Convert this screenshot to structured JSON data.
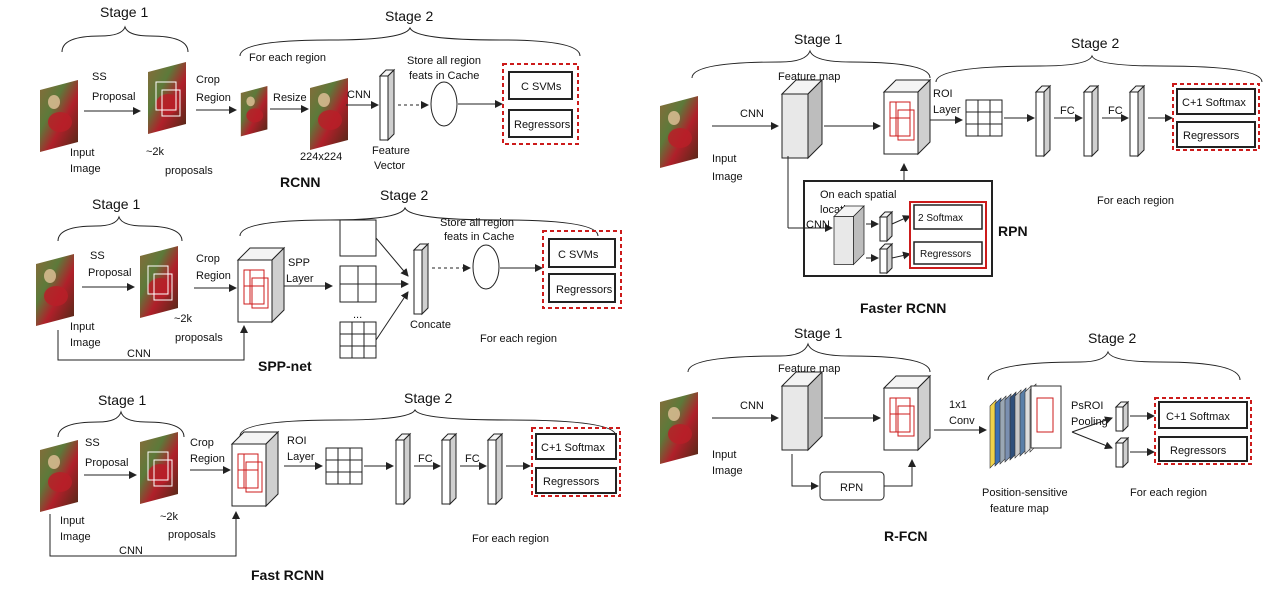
{
  "colors": {
    "red_dashed": "#cc1b1b",
    "red_solid": "#cc1b1b",
    "photo_dark": "#6b3a1e",
    "photo_red": "#b0202a",
    "photo_green": "#5c7a3a",
    "feature_gray": "#d9d9d9"
  },
  "rcnn": {
    "stage1": "Stage 1",
    "stage2": "Stage 2",
    "for_each_region": "For each region",
    "ss": "SS",
    "proposal": "Proposal",
    "crop": "Crop",
    "region": "Region",
    "resize": "Resize",
    "cnn": "CNN",
    "store1": "Store all region",
    "store2": "feats in Cache",
    "svms": "C SVMs",
    "regressors": "Regressors",
    "input1": "Input",
    "input2": "Image",
    "k2": "~2k",
    "proposals": "proposals",
    "size": "224x224",
    "feature": "Feature",
    "vector": "Vector",
    "title": "RCNN"
  },
  "spp": {
    "stage1": "Stage 1",
    "stage2": "Stage 2",
    "ss": "SS",
    "proposal": "Proposal",
    "crop": "Crop",
    "region": "Region",
    "spp1": "SPP",
    "spp2": "Layer",
    "store1": "Store all region",
    "store2": "feats in Cache",
    "svms": "C SVMs",
    "regressors": "Regressors",
    "input1": "Input",
    "input2": "Image",
    "k2": "~2k",
    "proposals": "proposals",
    "cnn": "CNN",
    "dots": "...",
    "concat": "Concate",
    "for_each_region": "For each region",
    "title": "SPP-net"
  },
  "fast": {
    "stage1": "Stage 1",
    "stage2": "Stage 2",
    "ss": "SS",
    "proposal": "Proposal",
    "crop": "Crop",
    "region": "Region",
    "roi1": "ROI",
    "roi2": "Layer",
    "fc1": "FC",
    "fc2": "FC",
    "softmax": "C+1 Softmax",
    "regressors": "Regressors",
    "input1": "Input",
    "input2": "Image",
    "k2": "~2k",
    "proposals": "proposals",
    "cnn": "CNN",
    "for_each_region": "For   each region",
    "title": "Fast RCNN"
  },
  "faster": {
    "stage1": "Stage 1",
    "stage2": "Stage 2",
    "feature_map": "Feature map",
    "cnn": "CNN",
    "roi1": "ROI",
    "roi2": "Layer",
    "fc1": "FC",
    "fc2": "FC",
    "softmax": "C+1 Softmax",
    "regressors": "Regressors",
    "input1": "Input",
    "input2": "Image",
    "spatial1": "On each spatial",
    "spatial2": "locati",
    "rpn_cnn": "CNN",
    "two_softmax": "2 Softmax",
    "rpn_regressors": "Regressors",
    "rpn": "RPN",
    "for_each_region": "For each region",
    "title": "Faster RCNN"
  },
  "rfcn": {
    "stage1": "Stage 1",
    "stage2": "Stage 2",
    "feature_map": "Feature map",
    "cnn": "CNN",
    "conv1": "1x1",
    "conv2": "Conv",
    "psroi1": "PsROI",
    "psroi2": "Pooling",
    "softmax": "C+1 Softmax",
    "regressors": "Regressors",
    "input1": "Input",
    "input2": "Image",
    "rpn": "RPN",
    "psmap1": "Position-sensitive",
    "psmap2": "feature map",
    "for_each_region": "For each region",
    "title": "R-FCN"
  }
}
